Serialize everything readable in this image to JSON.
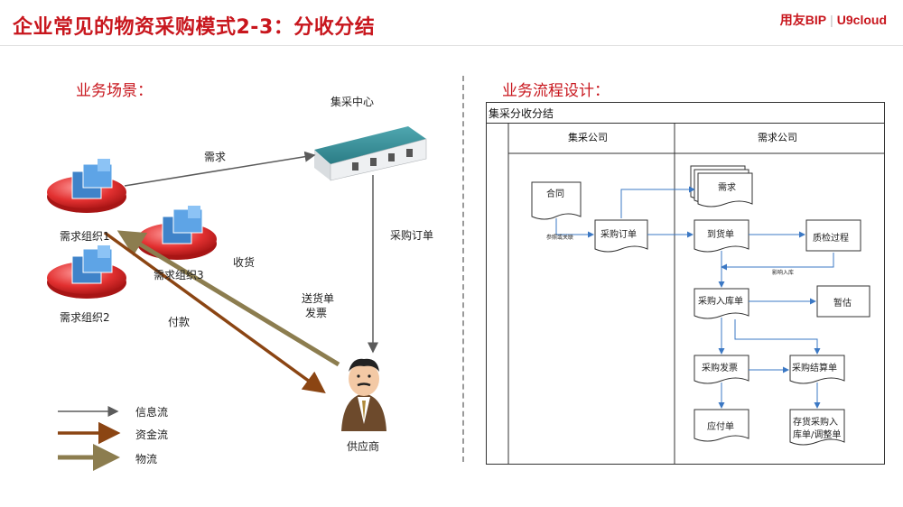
{
  "header": {
    "title": "企业常见的物资采购模式2-3：分收分结",
    "brand_left": "用友BIP",
    "brand_right": "U9cloud"
  },
  "scene": {
    "section_title": "业务场景：",
    "hub_label": "集采中心",
    "demand_arrow_label": "需求",
    "po_arrow_label": "采购订单",
    "receipt_label": "收货",
    "delivery_label_1": "送货单",
    "delivery_label_2": "发票",
    "payment_label": "付款",
    "org1": "需求组织1",
    "org2": "需求组织2",
    "org3": "需求组织3",
    "supplier": "供应商",
    "legend": {
      "info": "信息流",
      "fund": "资金流",
      "goods": "物流"
    },
    "colors": {
      "info": "#5b5b5b",
      "fund": "#8b4513",
      "goods": "#8c7d4f",
      "accent": "#c8161d"
    }
  },
  "process": {
    "section_title": "业务流程设计：",
    "table_title": "集采分收分结",
    "lane_central": "集采公司",
    "lane_demand": "需求公司",
    "nodes": {
      "contract": "合同",
      "ref_label": "参照或关联",
      "purchase_order": "采购订单",
      "demand": "需求",
      "arrival": "到货单",
      "qc": "质检过程",
      "effect_label": "影响入库",
      "inbound": "采购入库单",
      "estimate": "暂估",
      "invoice": "采购发票",
      "settlement": "采购结算单",
      "payable": "应付单",
      "inventory_1": "存货采购入",
      "inventory_2": "库单/调整单"
    }
  }
}
